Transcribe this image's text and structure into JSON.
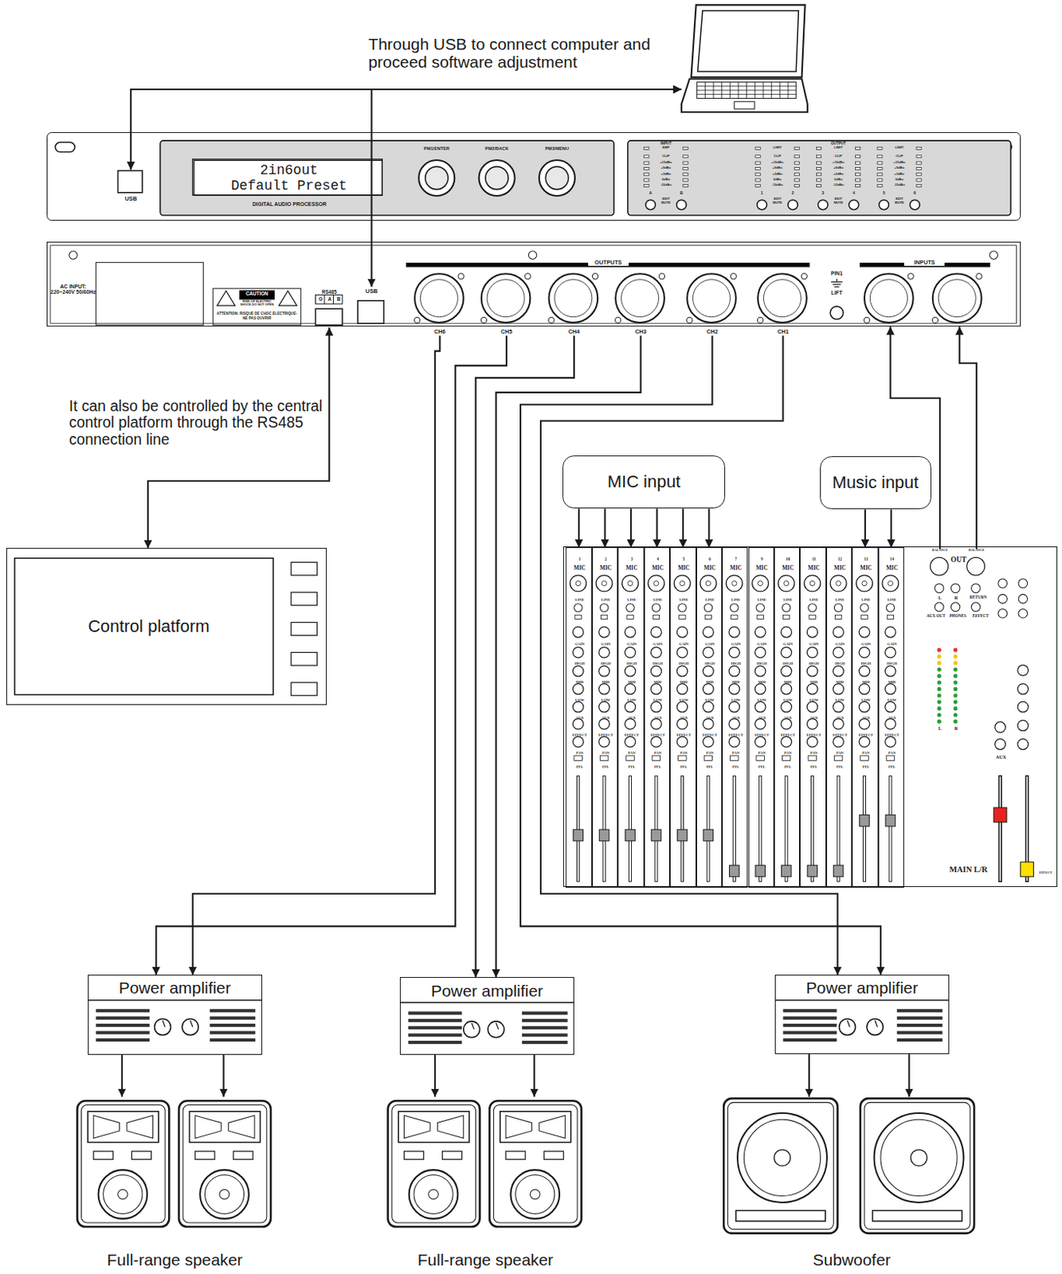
{
  "diagram": {
    "nodes": [
      {
        "text": [
          "Through USB to connect computer and proceed software adjustment"
        ]
      },
      {
        "text": [
          "DIGITAL AUDIO PROCESSOR"
        ]
      },
      {
        "text": [
          "USB"
        ],
        "in": 1
      },
      {
        "text": [
          "2in6out",
          "Default Preset"
        ],
        "in": 1
      },
      {
        "text": [
          "AC INPUT: 220~240V 50/60Hz"
        ]
      },
      {
        "text": [
          "RS485",
          "G",
          "A",
          "B"
        ],
        "in": 4
      },
      {
        "text": [
          "USB"
        ],
        "in": 4
      },
      {
        "text": [
          "CH6"
        ],
        "in": 4
      },
      {
        "text": [
          "CH5"
        ],
        "in": 4
      },
      {
        "text": [
          "CH4"
        ],
        "in": 4
      },
      {
        "text": [
          "CH3"
        ],
        "in": 4
      },
      {
        "text": [
          "CH2"
        ],
        "in": 4
      },
      {
        "text": [
          "CH1"
        ],
        "in": 4
      },
      {
        "text": [
          "Control platform"
        ]
      },
      {
        "text": [
          "MIC input"
        ]
      },
      {
        "text": [
          "Music input"
        ]
      },
      {
        "text": [
          "OUT",
          "L",
          "R",
          "RETURN",
          "AUX OUT",
          "PHONES",
          "EFFECT",
          "L",
          "R",
          "AUX",
          "MAIN L/R",
          "EFFECT"
        ]
      },
      {
        "text": [
          "1",
          "MIC",
          "LINE",
          "GAIN",
          "HIGH",
          "MID",
          "LOW",
          "AUX",
          "EFFECT",
          "PAN",
          "PFL"
        ],
        "in": 16
      },
      {
        "text": [
          "2",
          "MIC",
          "LINE",
          "GAIN",
          "HIGH",
          "MID",
          "LOW",
          "AUX",
          "EFFECT",
          "PAN",
          "PFL"
        ],
        "in": 16
      },
      {
        "text": [
          "3",
          "MIC",
          "LINE",
          "GAIN",
          "HIGH",
          "MID",
          "LOW",
          "AUX",
          "EFFECT",
          "PAN",
          "PFL"
        ],
        "in": 16
      },
      {
        "text": [
          "4",
          "MIC",
          "LINE",
          "GAIN",
          "HIGH",
          "MID",
          "LOW",
          "AUX",
          "EFFECT",
          "PAN",
          "PFL"
        ],
        "in": 16
      },
      {
        "text": [
          "5",
          "MIC",
          "LINE",
          "GAIN",
          "HIGH",
          "MID",
          "LOW",
          "AUX",
          "EFFECT",
          "PAN",
          "PFL"
        ],
        "in": 16
      },
      {
        "text": [
          "6",
          "MIC",
          "LINE",
          "GAIN",
          "HIGH",
          "MID",
          "LOW",
          "AUX",
          "EFFECT",
          "PAN",
          "PFL"
        ],
        "in": 16
      },
      {
        "text": [
          "7",
          "MIC",
          "LINE",
          "GAIN",
          "HIGH",
          "MID",
          "LOW",
          "AUX",
          "EFFECT",
          "PAN",
          "PFL"
        ],
        "in": 16
      },
      {
        "text": [
          "9",
          "MIC",
          "LINE",
          "GAIN",
          "HIGH",
          "MID",
          "LOW",
          "AUX",
          "EFFECT",
          "PAN",
          "PFL"
        ],
        "in": 16
      },
      {
        "text": [
          "10",
          "MIC",
          "LINE",
          "GAIN",
          "HIGH",
          "MID",
          "LOW",
          "AUX",
          "EFFECT",
          "PAN",
          "PFL"
        ],
        "in": 16
      },
      {
        "text": [
          "11",
          "MIC",
          "LINE",
          "GAIN",
          "HIGH",
          "MID",
          "LOW",
          "AUX",
          "EFFECT",
          "PAN",
          "PFL"
        ],
        "in": 16
      },
      {
        "text": [
          "12",
          "MIC",
          "LINE",
          "GAIN",
          "HIGH",
          "MID",
          "LOW",
          "AUX",
          "EFFECT",
          "PAN",
          "PFL"
        ],
        "in": 16
      },
      {
        "text": [
          "13",
          "MIC",
          "LINE",
          "GAIN",
          "HIGH",
          "MID",
          "LOW",
          "AUX",
          "EFFECT",
          "PAN",
          "PFL"
        ],
        "in": 16
      },
      {
        "text": [
          "14",
          "MIC",
          "LINE",
          "GAIN",
          "HIGH",
          "MID",
          "LOW",
          "AUX",
          "EFFECT",
          "PAN",
          "PFL"
        ],
        "in": 16
      },
      {
        "text": [
          "BALANCE"
        ],
        "in": 16
      },
      {
        "text": [
          "BALANCE"
        ],
        "in": 16
      },
      {
        "text": [
          "Power amplifier"
        ]
      },
      {
        "text": [
          "Power amplifier"
        ]
      },
      {
        "text": [
          "Power amplifier"
        ]
      },
      {
        "text": [
          "Full-range speaker"
        ]
      },
      {
        "text": [
          "Full-range speaker"
        ]
      },
      {
        "text": [
          "Subwoofer"
        ]
      }
    ],
    "edges": [
      {
        "from": 2,
        "to": 0,
        "arrow": "both"
      },
      {
        "from": 6,
        "to": 0,
        "arrow": "both"
      },
      {
        "from": 5,
        "to": 13,
        "arrow": "both"
      },
      {
        "from": 7,
        "to": 32,
        "arrow": "to"
      },
      {
        "from": 8,
        "to": 32,
        "arrow": "to"
      },
      {
        "from": 9,
        "to": 33,
        "arrow": "to"
      },
      {
        "from": 10,
        "to": 33,
        "arrow": "to"
      },
      {
        "from": 11,
        "to": 34,
        "arrow": "to"
      },
      {
        "from": 12,
        "to": 34,
        "arrow": "to"
      },
      {
        "from": 14,
        "to": 17,
        "arrow": "to"
      },
      {
        "from": 14,
        "to": 18,
        "arrow": "to"
      },
      {
        "from": 14,
        "to": 19,
        "arrow": "to"
      },
      {
        "from": 14,
        "to": 20,
        "arrow": "to"
      },
      {
        "from": 14,
        "to": 21,
        "arrow": "to"
      },
      {
        "from": 14,
        "to": 22,
        "arrow": "to"
      },
      {
        "from": 15,
        "to": 28,
        "arrow": "to"
      },
      {
        "from": 15,
        "to": 29,
        "arrow": "to"
      },
      {
        "from": 30,
        "to": 4,
        "arrow": "to"
      },
      {
        "from": 31,
        "to": 4,
        "arrow": "to"
      },
      {
        "from": 32,
        "to": 35,
        "arrow": "to"
      },
      {
        "from": 33,
        "to": 36,
        "arrow": "to"
      },
      {
        "from": 34,
        "to": 37,
        "arrow": "to"
      }
    ],
    "labels": [
      "It can also be controlled by the central control platform through the RS485 connection line",
      "PM1/ENTER",
      "PM2/BACK",
      "PM3/MENU",
      "INPUT",
      "OUTPUT",
      "EMP",
      "CLIP",
      "+15dBu",
      "+9dBu",
      "+3dBu",
      "0dBu",
      "-15dBu",
      "EDIT MUTE",
      "LIMIT",
      "CLIP",
      "+15dBu",
      "+9dBu",
      "+3dBu",
      "0dBu",
      "-15dBu",
      "EDIT MUTE",
      "LIMIT",
      "CLIP",
      "+15dBu",
      "+9dBu",
      "+3dBu",
      "0dBu",
      "-15dBu",
      "EDIT MUTE",
      "LIMIT",
      "CLIP",
      "+15dBu",
      "+9dBu",
      "+3dBu",
      "0dBu",
      "-15dBu",
      "EDIT MUTE",
      "A",
      "B",
      "1",
      "2",
      "3",
      "4",
      "5",
      "6",
      "CAUTION",
      "RISK OF ELECTRIC SHOCK DO NOT OPEN",
      "ATTENTION: RISQUE DE CHOC ELECTRIQUE-NE PAS OUVRIR",
      "OUTPUTS",
      "INPUTS",
      "PIN1",
      "LIFT"
    ]
  }
}
